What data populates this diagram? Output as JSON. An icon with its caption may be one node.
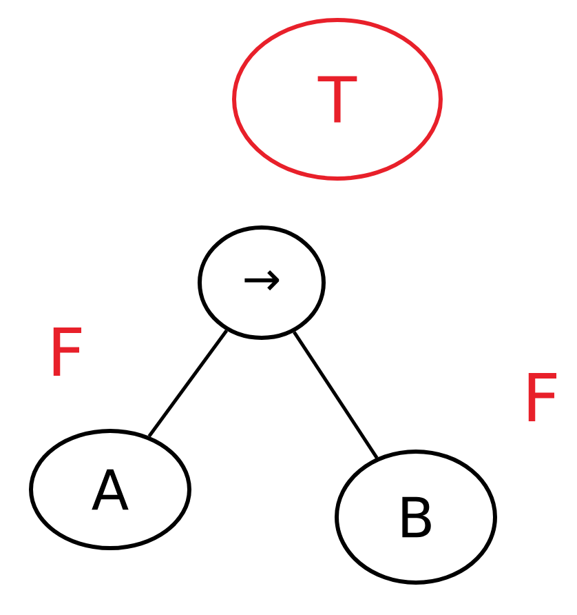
{
  "diagram": {
    "nodes": [
      {
        "text": [
          "T"
        ]
      },
      {
        "text": [
          "→"
        ]
      },
      {
        "text": [
          "A"
        ]
      },
      {
        "text": [
          "B"
        ]
      }
    ],
    "edges": [
      {
        "from": 1,
        "to": 2,
        "arrow": "none"
      },
      {
        "from": 1,
        "to": 3,
        "arrow": "none"
      }
    ],
    "labels": [
      "F",
      "F"
    ]
  }
}
